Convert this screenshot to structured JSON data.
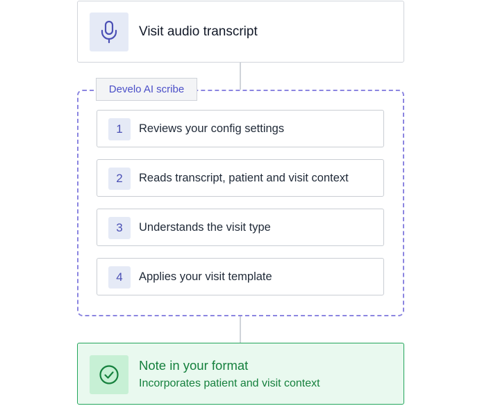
{
  "input": {
    "title": "Visit audio transcript",
    "icon": "microphone-icon"
  },
  "group": {
    "label": "Develo AI scribe",
    "border_color": "#8b85e0",
    "steps": [
      {
        "number": "1",
        "text": "Reviews your config settings"
      },
      {
        "number": "2",
        "text": "Reads transcript, patient and visit context"
      },
      {
        "number": "3",
        "text": "Understands the visit type"
      },
      {
        "number": "4",
        "text": "Applies your visit template"
      }
    ]
  },
  "output": {
    "title": "Note in your format",
    "subtitle": "Incorporates patient and visit context",
    "icon": "check-circle-icon",
    "accent_color": "#22a55a"
  }
}
